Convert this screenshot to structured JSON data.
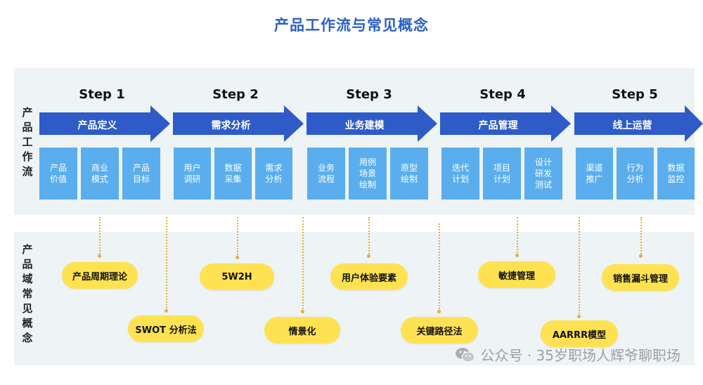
{
  "title": "产品工作流与常见概念",
  "side_labels": {
    "workflow": "产\n品\n工\n作\n流",
    "concepts": "产\n品\n域\n常\n见\n概\n念"
  },
  "colors": {
    "arrow": "#2e5bc7",
    "box": "#5aaeee",
    "pill": "#ffe251",
    "panel": "#eef3f5"
  },
  "steps": [
    {
      "title": "Step 1",
      "name": "产品定义",
      "items": [
        "产品\n价值",
        "商业\n模式",
        "产品\n目标"
      ]
    },
    {
      "title": "Step 2",
      "name": "需求分析",
      "items": [
        "用户\n调研",
        "数据\n采集",
        "需求\n分析"
      ]
    },
    {
      "title": "Step 3",
      "name": "业务建模",
      "items": [
        "业务\n流程",
        "用例\n场景\n绘制",
        "原型\n绘制"
      ]
    },
    {
      "title": "Step 4",
      "name": "产品管理",
      "items": [
        "迭代\n计划",
        "项目\n计划",
        "设计\n研发\n测试"
      ]
    },
    {
      "title": "Step 5",
      "name": "线上运营",
      "items": [
        "渠道\n推广",
        "行为\n分析",
        "数据\n监控"
      ]
    }
  ],
  "concepts": [
    "产品周期理论",
    "SWOT 分析法",
    "5W2H",
    "情景化",
    "用户体验要素",
    "关键路径法",
    "敏捷管理",
    "AARRR模型",
    "销售漏斗管理"
  ],
  "watermark": "公众号 · 35岁职场人辉爷聊职场"
}
